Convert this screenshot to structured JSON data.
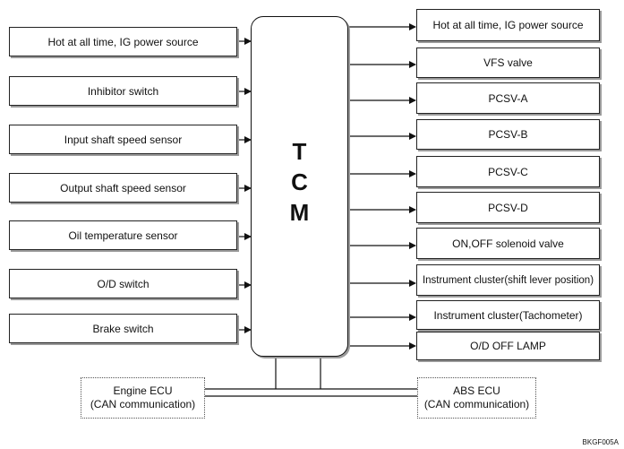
{
  "tcm": {
    "letters": [
      "T",
      "C",
      "M"
    ]
  },
  "inputs": [
    "Hot at all time, IG power source",
    "Inhibitor switch",
    "Input shaft speed sensor",
    "Output shaft speed sensor",
    "Oil temperature sensor",
    "O/D switch",
    "Brake switch"
  ],
  "outputs": [
    "Hot at all time, IG power source",
    "VFS valve",
    "PCSV-A",
    "PCSV-B",
    "PCSV-C",
    "PCSV-D",
    "ON,OFF solenoid valve",
    "Instrument cluster(shift lever position)",
    "Instrument cluster(Tachometer)",
    "O/D OFF LAMP"
  ],
  "can_nodes": {
    "left": {
      "line1": "Engine ECU",
      "line2": "(CAN communication)"
    },
    "right": {
      "line1": "ABS ECU",
      "line2": "(CAN communication)"
    }
  },
  "figure_code": "BKGF005A"
}
